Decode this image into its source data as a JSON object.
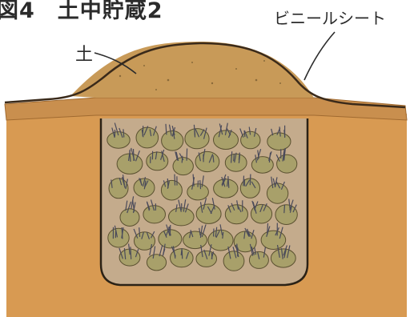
{
  "figure": {
    "title": "図4　土中貯蔵2",
    "labels": {
      "soil": "土",
      "vinyl_sheet": "ビニールシート"
    }
  },
  "colors": {
    "ground": "#d89a52",
    "ground_edge": "#b87a3a",
    "mound": "#c89a58",
    "sheet_edge": "#3a2a1a",
    "pit_fill": "#c4ab8c",
    "tubers": "#a8a06a",
    "sprouts": "#4a4a5a"
  },
  "icons": [
    "soil-mound",
    "vinyl-sheet",
    "storage-pit",
    "stored-tubers"
  ]
}
